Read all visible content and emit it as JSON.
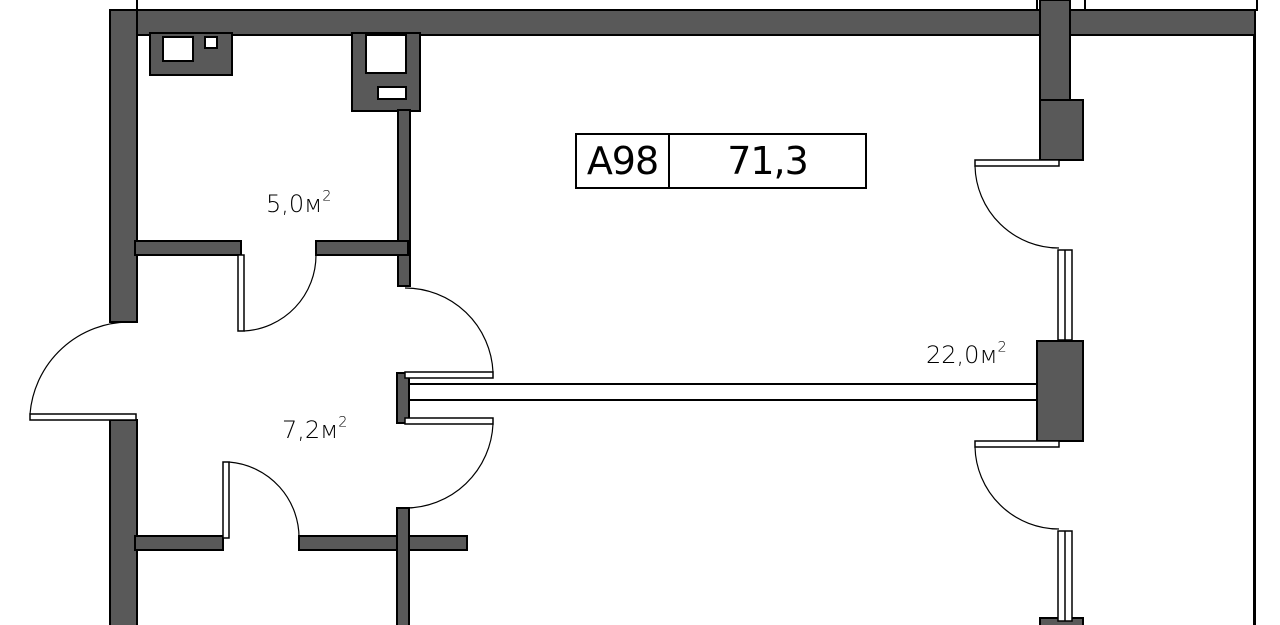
{
  "apartment": {
    "code": "A98",
    "total_area": "71,3"
  },
  "rooms": [
    {
      "id": "bathroom",
      "area_value": "5,0",
      "unit": "м",
      "unit_power": "2"
    },
    {
      "id": "hallway",
      "area_value": "7,2",
      "unit": "м",
      "unit_power": "2"
    },
    {
      "id": "living-room",
      "area_value": "22,0",
      "unit": "м",
      "unit_power": "2"
    }
  ],
  "colors": {
    "wall_fill": "#595959",
    "outline": "#000000",
    "background": "#ffffff"
  }
}
